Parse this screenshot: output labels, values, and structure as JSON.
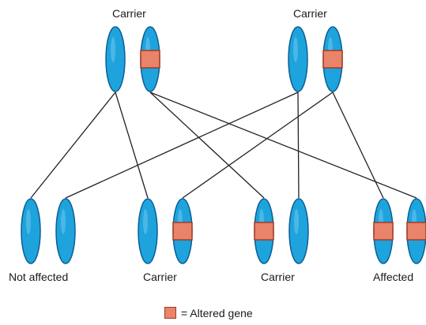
{
  "parents": [
    {
      "label": "Carrier"
    },
    {
      "label": "Carrier"
    }
  ],
  "children": [
    {
      "label": "Not affected"
    },
    {
      "label": "Carrier"
    },
    {
      "label": "Carrier"
    },
    {
      "label": "Affected"
    }
  ],
  "legend": {
    "text": "= Altered gene"
  },
  "colors": {
    "chromosome_fill": "#1fa3dd",
    "chromosome_stroke": "#0b5f95",
    "altered_fill": "#e9846a",
    "altered_stroke": "#a33a22",
    "line": "#222222"
  }
}
